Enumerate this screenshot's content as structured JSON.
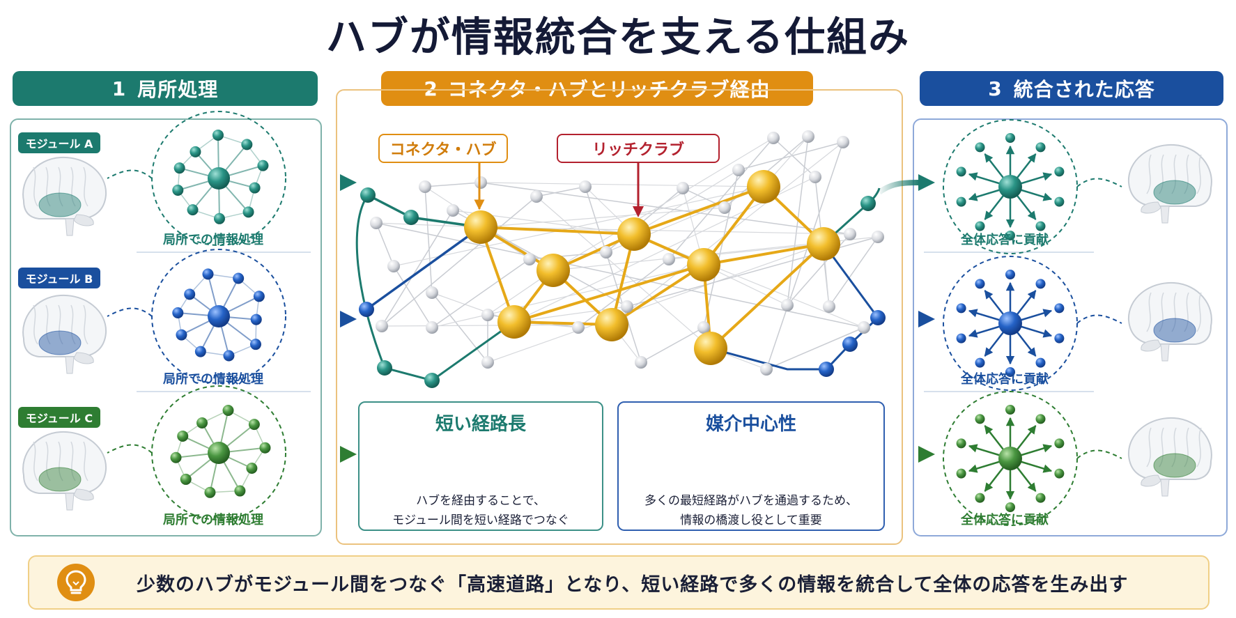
{
  "title": "ハブが情報統合を支える仕組み",
  "columns": {
    "left": {
      "number": "1",
      "label": "局所処理"
    },
    "middle": {
      "number": "2",
      "label": "コネクタ・ハブとリッチクラブ経由"
    },
    "right": {
      "number": "3",
      "label": "統合された応答"
    }
  },
  "modules": [
    {
      "label": "モジュール A",
      "caption": "局所での情報処理"
    },
    {
      "label": "モジュール B",
      "caption": "局所での情報処理"
    },
    {
      "label": "モジュール C",
      "caption": "局所での情報処理"
    }
  ],
  "responses": [
    {
      "caption": "全体応答に貢献"
    },
    {
      "caption": "全体応答に貢献"
    },
    {
      "caption": "全体応答に貢献"
    }
  ],
  "callouts": {
    "connector_hub": "コネクタ・ハブ",
    "rich_club": "リッチクラブ"
  },
  "short_path": {
    "title": "短い経路長",
    "desc_line1": "ハブを経由することで、",
    "desc_line2": "モジュール間を短い経路でつなぐ"
  },
  "betweenness": {
    "title": "媒介中心性",
    "desc_line1": "多くの最短経路がハブを通過するため、",
    "desc_line2": "情報の橋渡し役として重要"
  },
  "summary": "少数のハブがモジュール間をつなぐ「高速道路」となり、短い経路で多くの情報を統合して全体の応答を生み出す",
  "colors": {
    "teal": "#1c7a6e",
    "orange": "#e08e12",
    "blue": "#1a4f9e",
    "green": "#2e7d32",
    "gold": "#e6a817",
    "red": "#b3212e"
  }
}
